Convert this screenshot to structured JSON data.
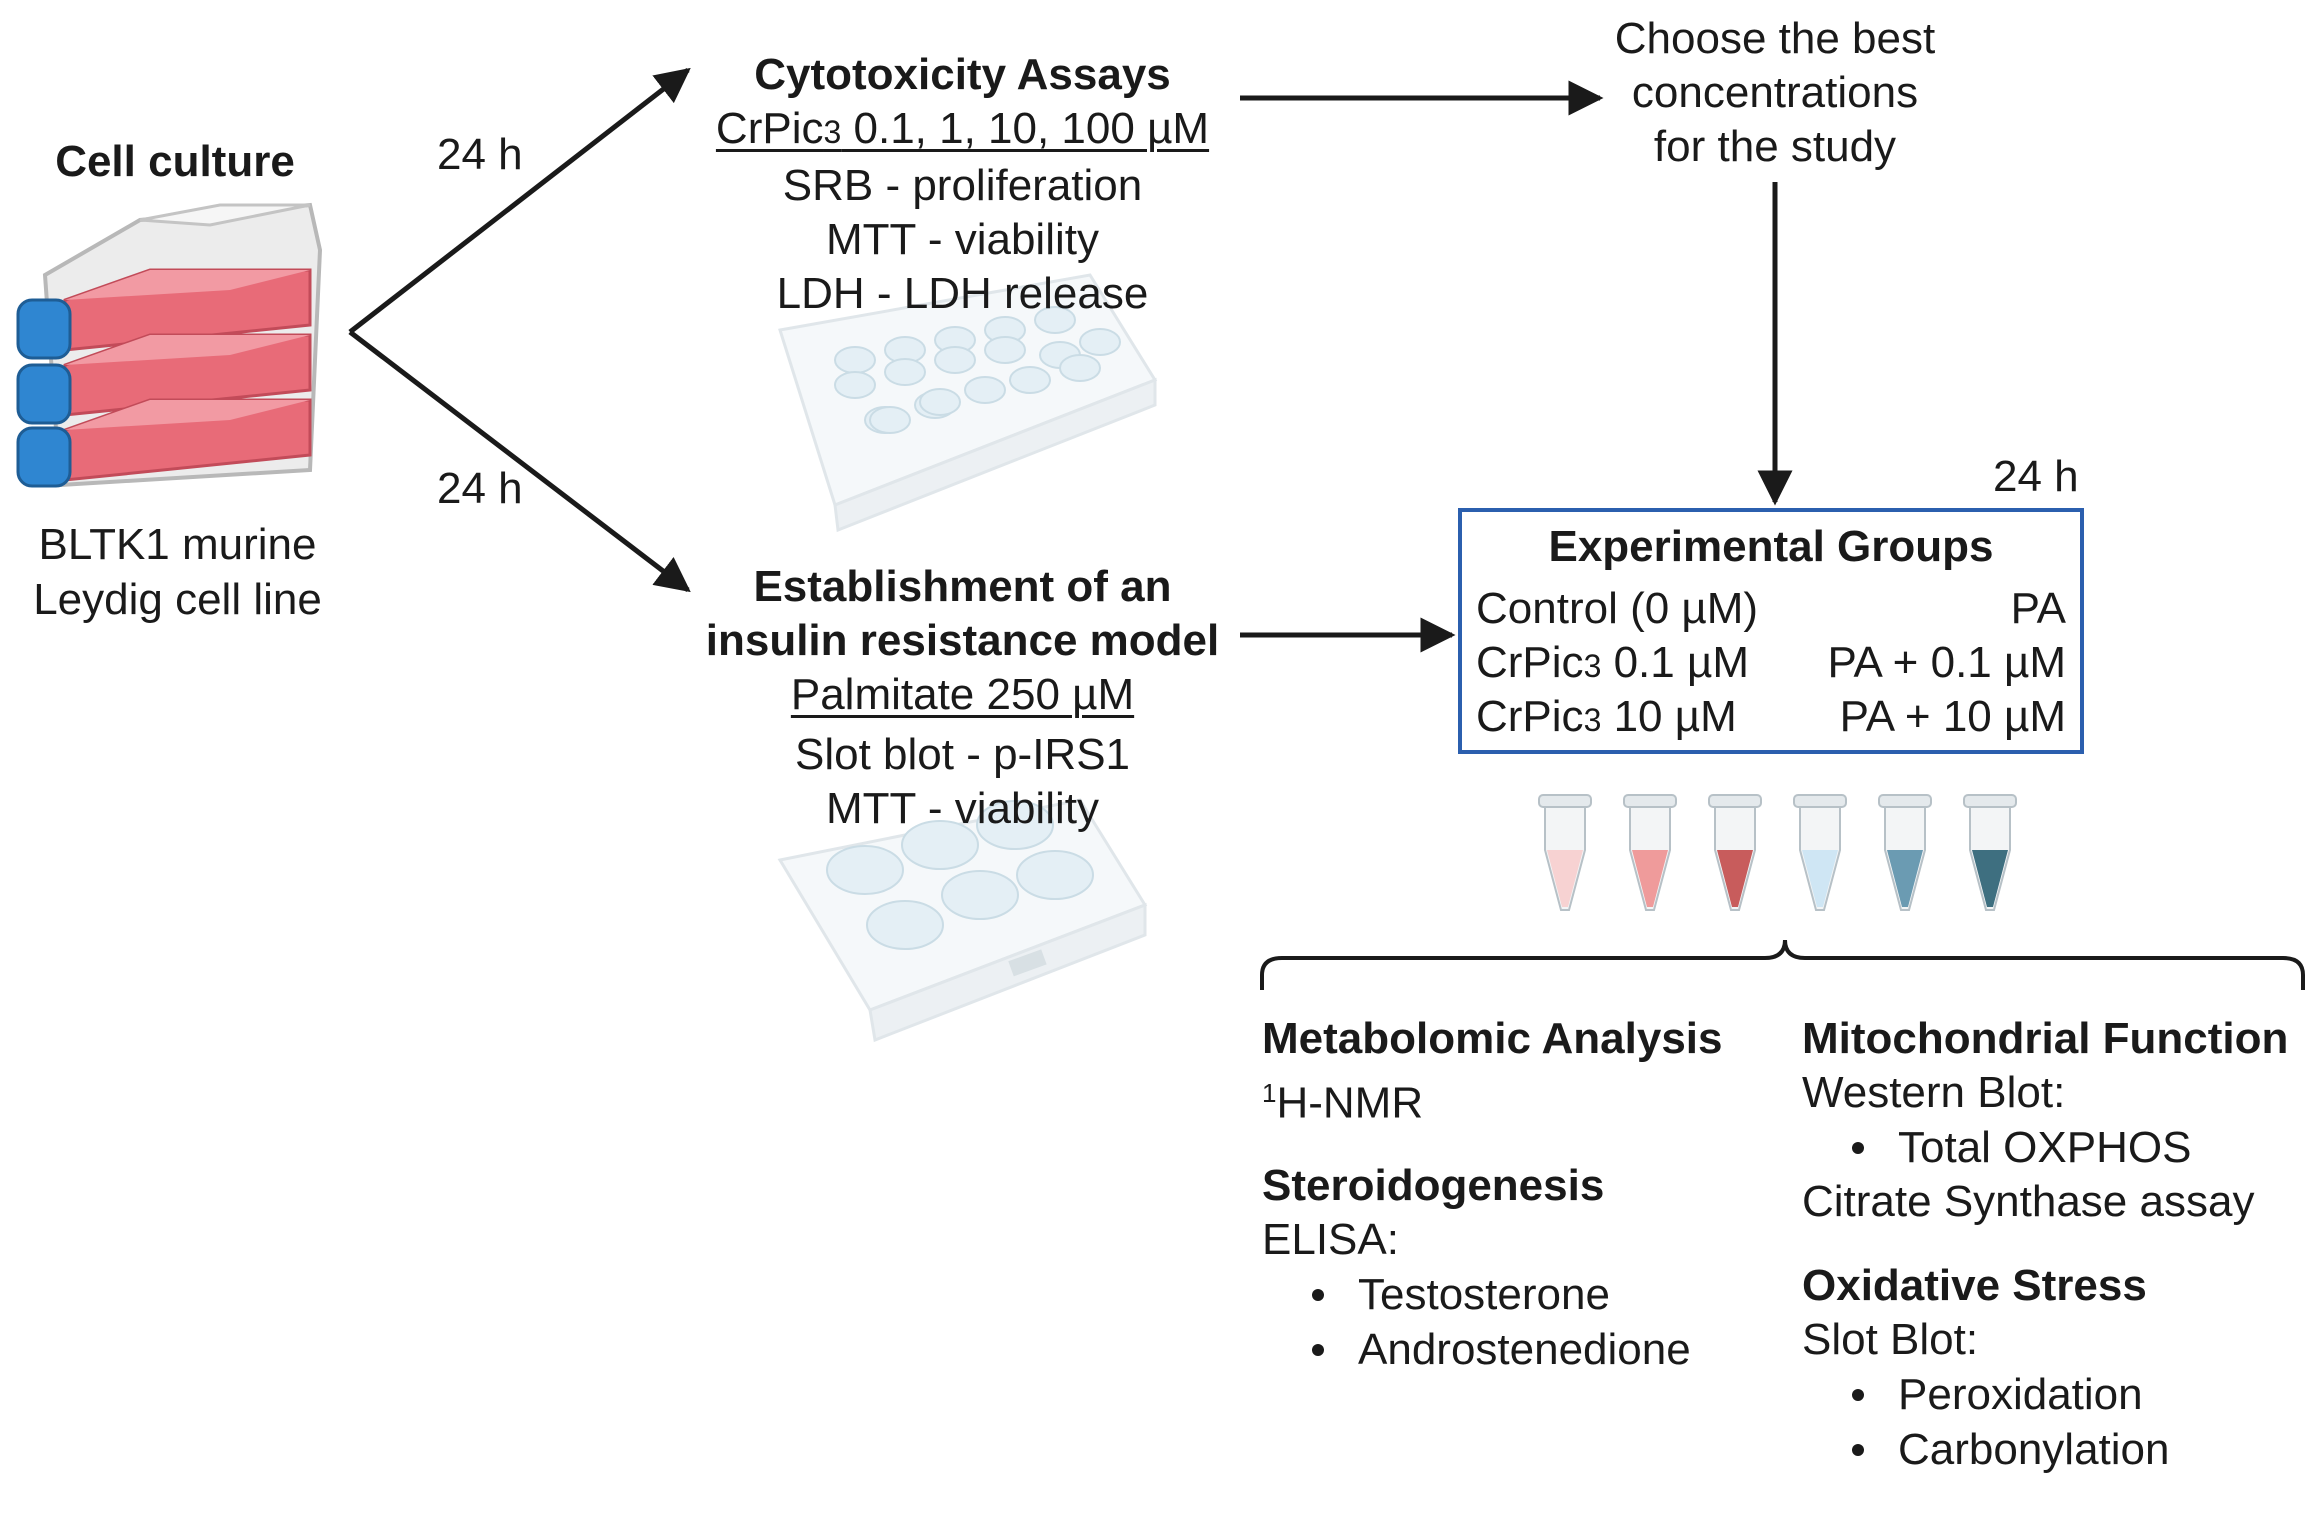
{
  "cell_culture": {
    "title": "Cell culture",
    "label_line1": "BLTK1 murine",
    "label_line2": "Leydig cell line"
  },
  "timings": {
    "top_arrow": "24 h",
    "bottom_arrow": "24 h",
    "groups": "24 h"
  },
  "cytotoxicity": {
    "title": "Cytotoxicity Assays",
    "dose_prefix": "CrPic",
    "dose_sub": "3",
    "dose_values": " 0.1, 1, 10, 100 µM",
    "assays": [
      "SRB - proliferation",
      "MTT - viability",
      "LDH - LDH release"
    ]
  },
  "choose": {
    "line1": "Choose the best",
    "line2": "concentrations",
    "line3": "for the study"
  },
  "insulin": {
    "title_line1": "Establishment of an",
    "title_line2": "insulin resistance model",
    "dose": "Palmitate 250 µM",
    "assays": [
      "Slot blot - p-IRS1",
      "MTT - viability"
    ]
  },
  "groups": {
    "title": "Experimental Groups",
    "rows": [
      {
        "left_prefix": "Control (0 µM)",
        "left_sub": "",
        "left_suffix": "",
        "right": "PA"
      },
      {
        "left_prefix": "CrPic",
        "left_sub": "3",
        "left_suffix": " 0.1 µM",
        "right": "PA + 0.1 µM"
      },
      {
        "left_prefix": "CrPic",
        "left_sub": "3",
        "left_suffix": " 10 µM",
        "right": "PA + 10 µM"
      }
    ]
  },
  "tube_colors": [
    "#f7d2d2",
    "#ef9b9b",
    "#c85c5c",
    "#cfe6f4",
    "#6b9bb2",
    "#3e6f80"
  ],
  "analyses": {
    "metabolomic": {
      "title": "Metabolomic Analysis",
      "sup": "1",
      "text": "H-NMR"
    },
    "steroidogenesis": {
      "title": "Steroidogenesis",
      "method": "ELISA:",
      "items": [
        "Testosterone",
        "Androstenedione"
      ]
    },
    "mitochondrial": {
      "title": "Mitochondrial Function",
      "method": "Western Blot:",
      "items": [
        "Total OXPHOS"
      ],
      "extra": "Citrate Synthase assay"
    },
    "oxidative": {
      "title": "Oxidative Stress",
      "method": "Slot Blot:",
      "items": [
        "Peroxidation",
        "Carbonylation"
      ]
    }
  }
}
